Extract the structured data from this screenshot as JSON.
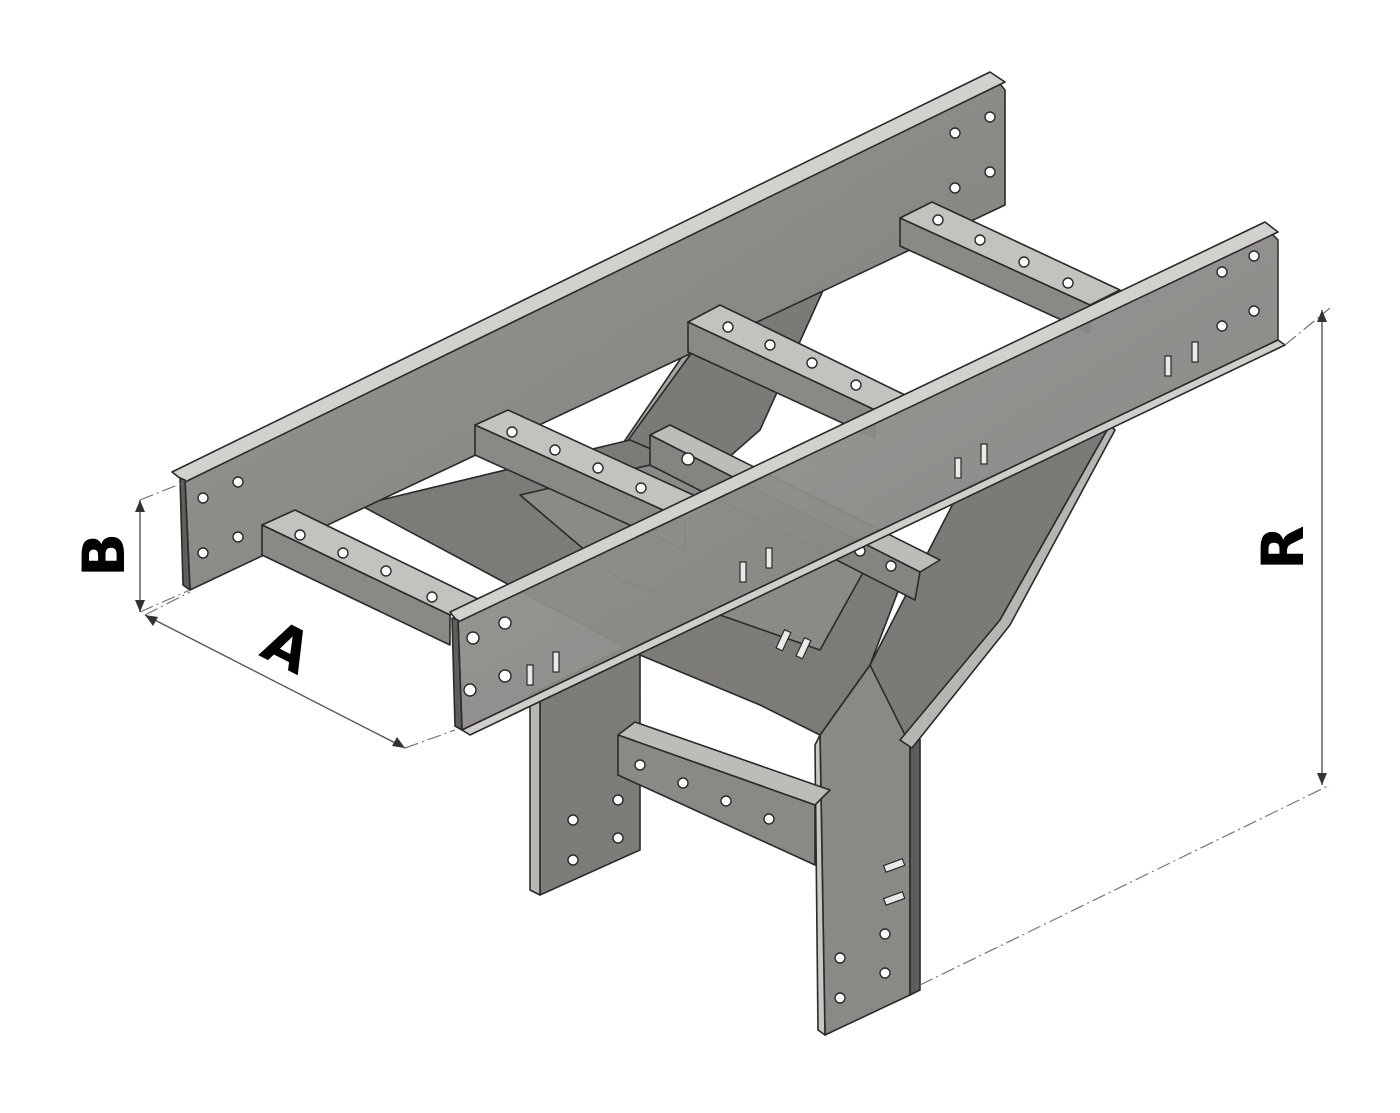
{
  "diagram": {
    "dimensions": {
      "a": "A",
      "b": "B",
      "r": "R"
    },
    "colors": {
      "steel_face": "#8b8a87",
      "steel_dark": "#6f6e6b",
      "steel_light": "#c9c8c4",
      "edge": "#2a2a2a",
      "background": "#ffffff"
    }
  }
}
